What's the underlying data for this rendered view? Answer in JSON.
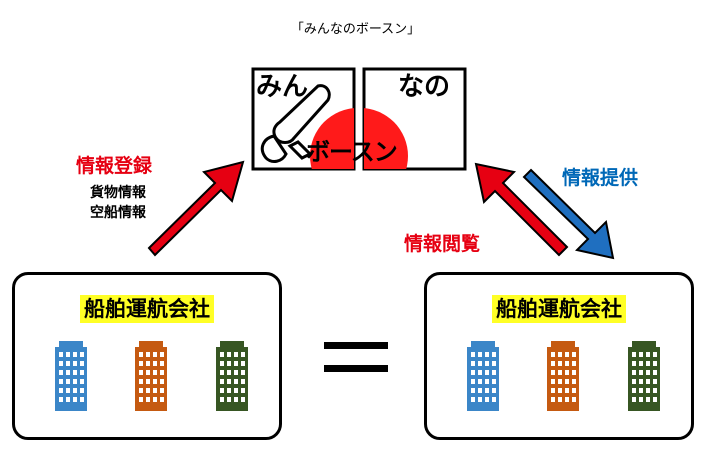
{
  "title": "「みんなのボースン」",
  "logo": {
    "text_top_left": "みん",
    "text_top_right": "なの",
    "text_bottom": "ボースン",
    "colors": {
      "sun": "#ff1a1a",
      "outline": "#000000"
    }
  },
  "left_panel": {
    "title": "船舶運航会社",
    "buildings": [
      {
        "color": "#3b86c8",
        "icon": "building-icon"
      },
      {
        "color": "#c55a11",
        "icon": "building-icon"
      },
      {
        "color": "#375623",
        "icon": "building-icon"
      }
    ]
  },
  "right_panel": {
    "title": "船舶運航会社",
    "buildings": [
      {
        "color": "#3b86c8",
        "icon": "building-icon"
      },
      {
        "color": "#c55a11",
        "icon": "building-icon"
      },
      {
        "color": "#375623",
        "icon": "building-icon"
      }
    ]
  },
  "labels": {
    "register": "情報登録",
    "register_items": [
      "貨物情報",
      "空船情報"
    ],
    "browse": "情報閲覧",
    "provide": "情報提供"
  },
  "colors": {
    "red_arrow": "#e60012",
    "blue_arrow": "#1f6fc0",
    "highlight": "#ffff26"
  }
}
